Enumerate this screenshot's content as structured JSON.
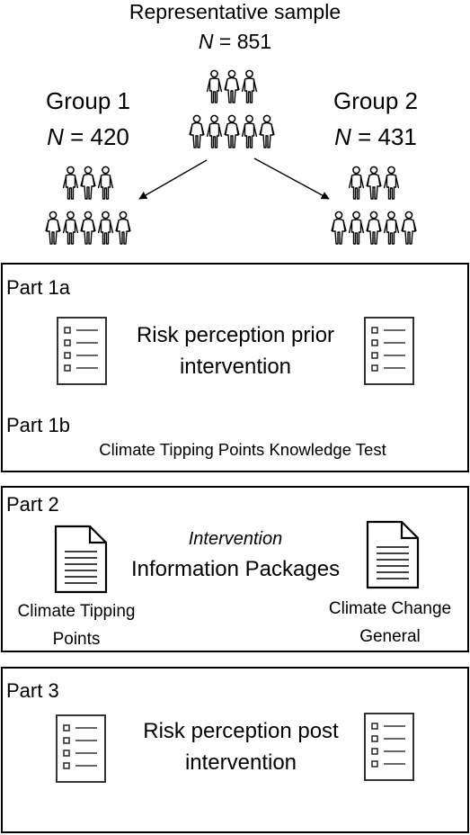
{
  "sample": {
    "title": "Representative sample",
    "n_label": "N",
    "n_value": "= 851"
  },
  "group1": {
    "title": "Group 1",
    "n_label": "N",
    "n_value": "= 420"
  },
  "group2": {
    "title": "Group 2",
    "n_label": "N",
    "n_value": "= 431"
  },
  "part1": {
    "label_a": "Part 1a",
    "text_line1": "Risk perception prior",
    "text_line2": "intervention",
    "label_b": "Part 1b",
    "knowledge_test": "Climate Tipping Points Knowledge Test"
  },
  "part2": {
    "label": "Part 2",
    "intervention": "Intervention",
    "packages": "Information Packages",
    "left_doc_line1": "Climate Tipping",
    "left_doc_line2": "Points",
    "right_doc_line1": "Climate Change",
    "right_doc_line2": "General"
  },
  "part3": {
    "label": "Part 3",
    "text_line1": "Risk perception post",
    "text_line2": "intervention"
  },
  "icons": {
    "person": "person-icon",
    "checklist": "checklist-icon",
    "document": "document-icon",
    "arrow": "arrow-icon"
  }
}
